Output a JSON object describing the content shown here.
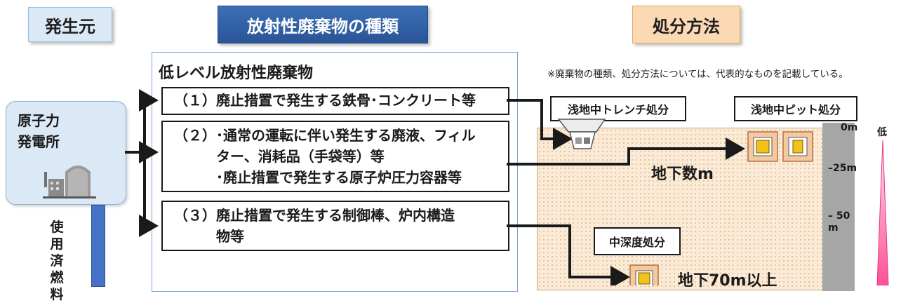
{
  "headers": {
    "source": "発生元",
    "types": "放射性廃棄物の種類",
    "method": "処分方法"
  },
  "source": {
    "name": "原子力\n発電所"
  },
  "spent_fuel": {
    "label": "使\n用\n済\n燃\n料"
  },
  "low_level": {
    "title": "低レベル放射性廃棄物",
    "items": [
      {
        "text": "（１）廃止措置で発生する鉄骨･コンクリート等"
      },
      {
        "text": "（２）･通常の運転に伴い発生する廃液、フィル\n　　　ター、消耗品（手袋等）等\n　　　･廃止措置で発生する原子炉圧力容器等"
      },
      {
        "text": "（３）廃止措置で発生する制御棒、炉内構造\n　　　物等"
      }
    ]
  },
  "note": "※廃棄物の種類、処分方法については、代表的なものを記載している。",
  "disposal": {
    "trench": "浅地中トレンチ処分",
    "pit": "浅地中ピット処分",
    "intermediate": "中深度処分",
    "depth_pit": "地下数m",
    "depth_intermediate": "地下70m以上"
  },
  "scale": {
    "ticks": [
      "0m",
      "25m",
      "50\nm"
    ],
    "level_label": "低"
  },
  "colors": {
    "header_blue": "#2f5fa7",
    "accent_orange": "#fbd9b3",
    "fuel_bar": "#4472c4",
    "level_pink": "#ff5fa2"
  }
}
